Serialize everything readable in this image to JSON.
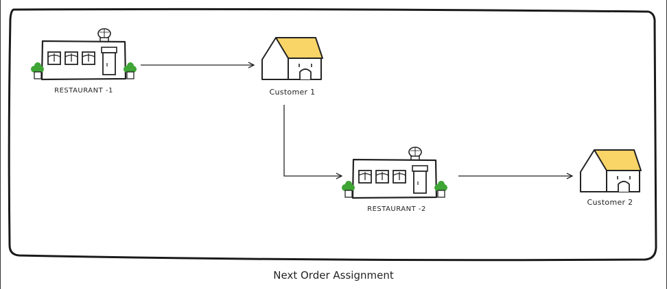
{
  "nodes": {
    "restaurant_1": {
      "label": "RESTAURANT -1"
    },
    "customer_1": {
      "label": "Customer 1"
    },
    "restaurant_2": {
      "label": "RESTAURANT -2"
    },
    "customer_2": {
      "label": "Customer 2"
    }
  },
  "caption": "Next Order Assignment",
  "colors": {
    "roof": "#F9D466",
    "plant": "#3FA535",
    "stroke": "#222222"
  },
  "icons": {
    "restaurant": "restaurant-building-icon",
    "customer": "house-icon"
  }
}
